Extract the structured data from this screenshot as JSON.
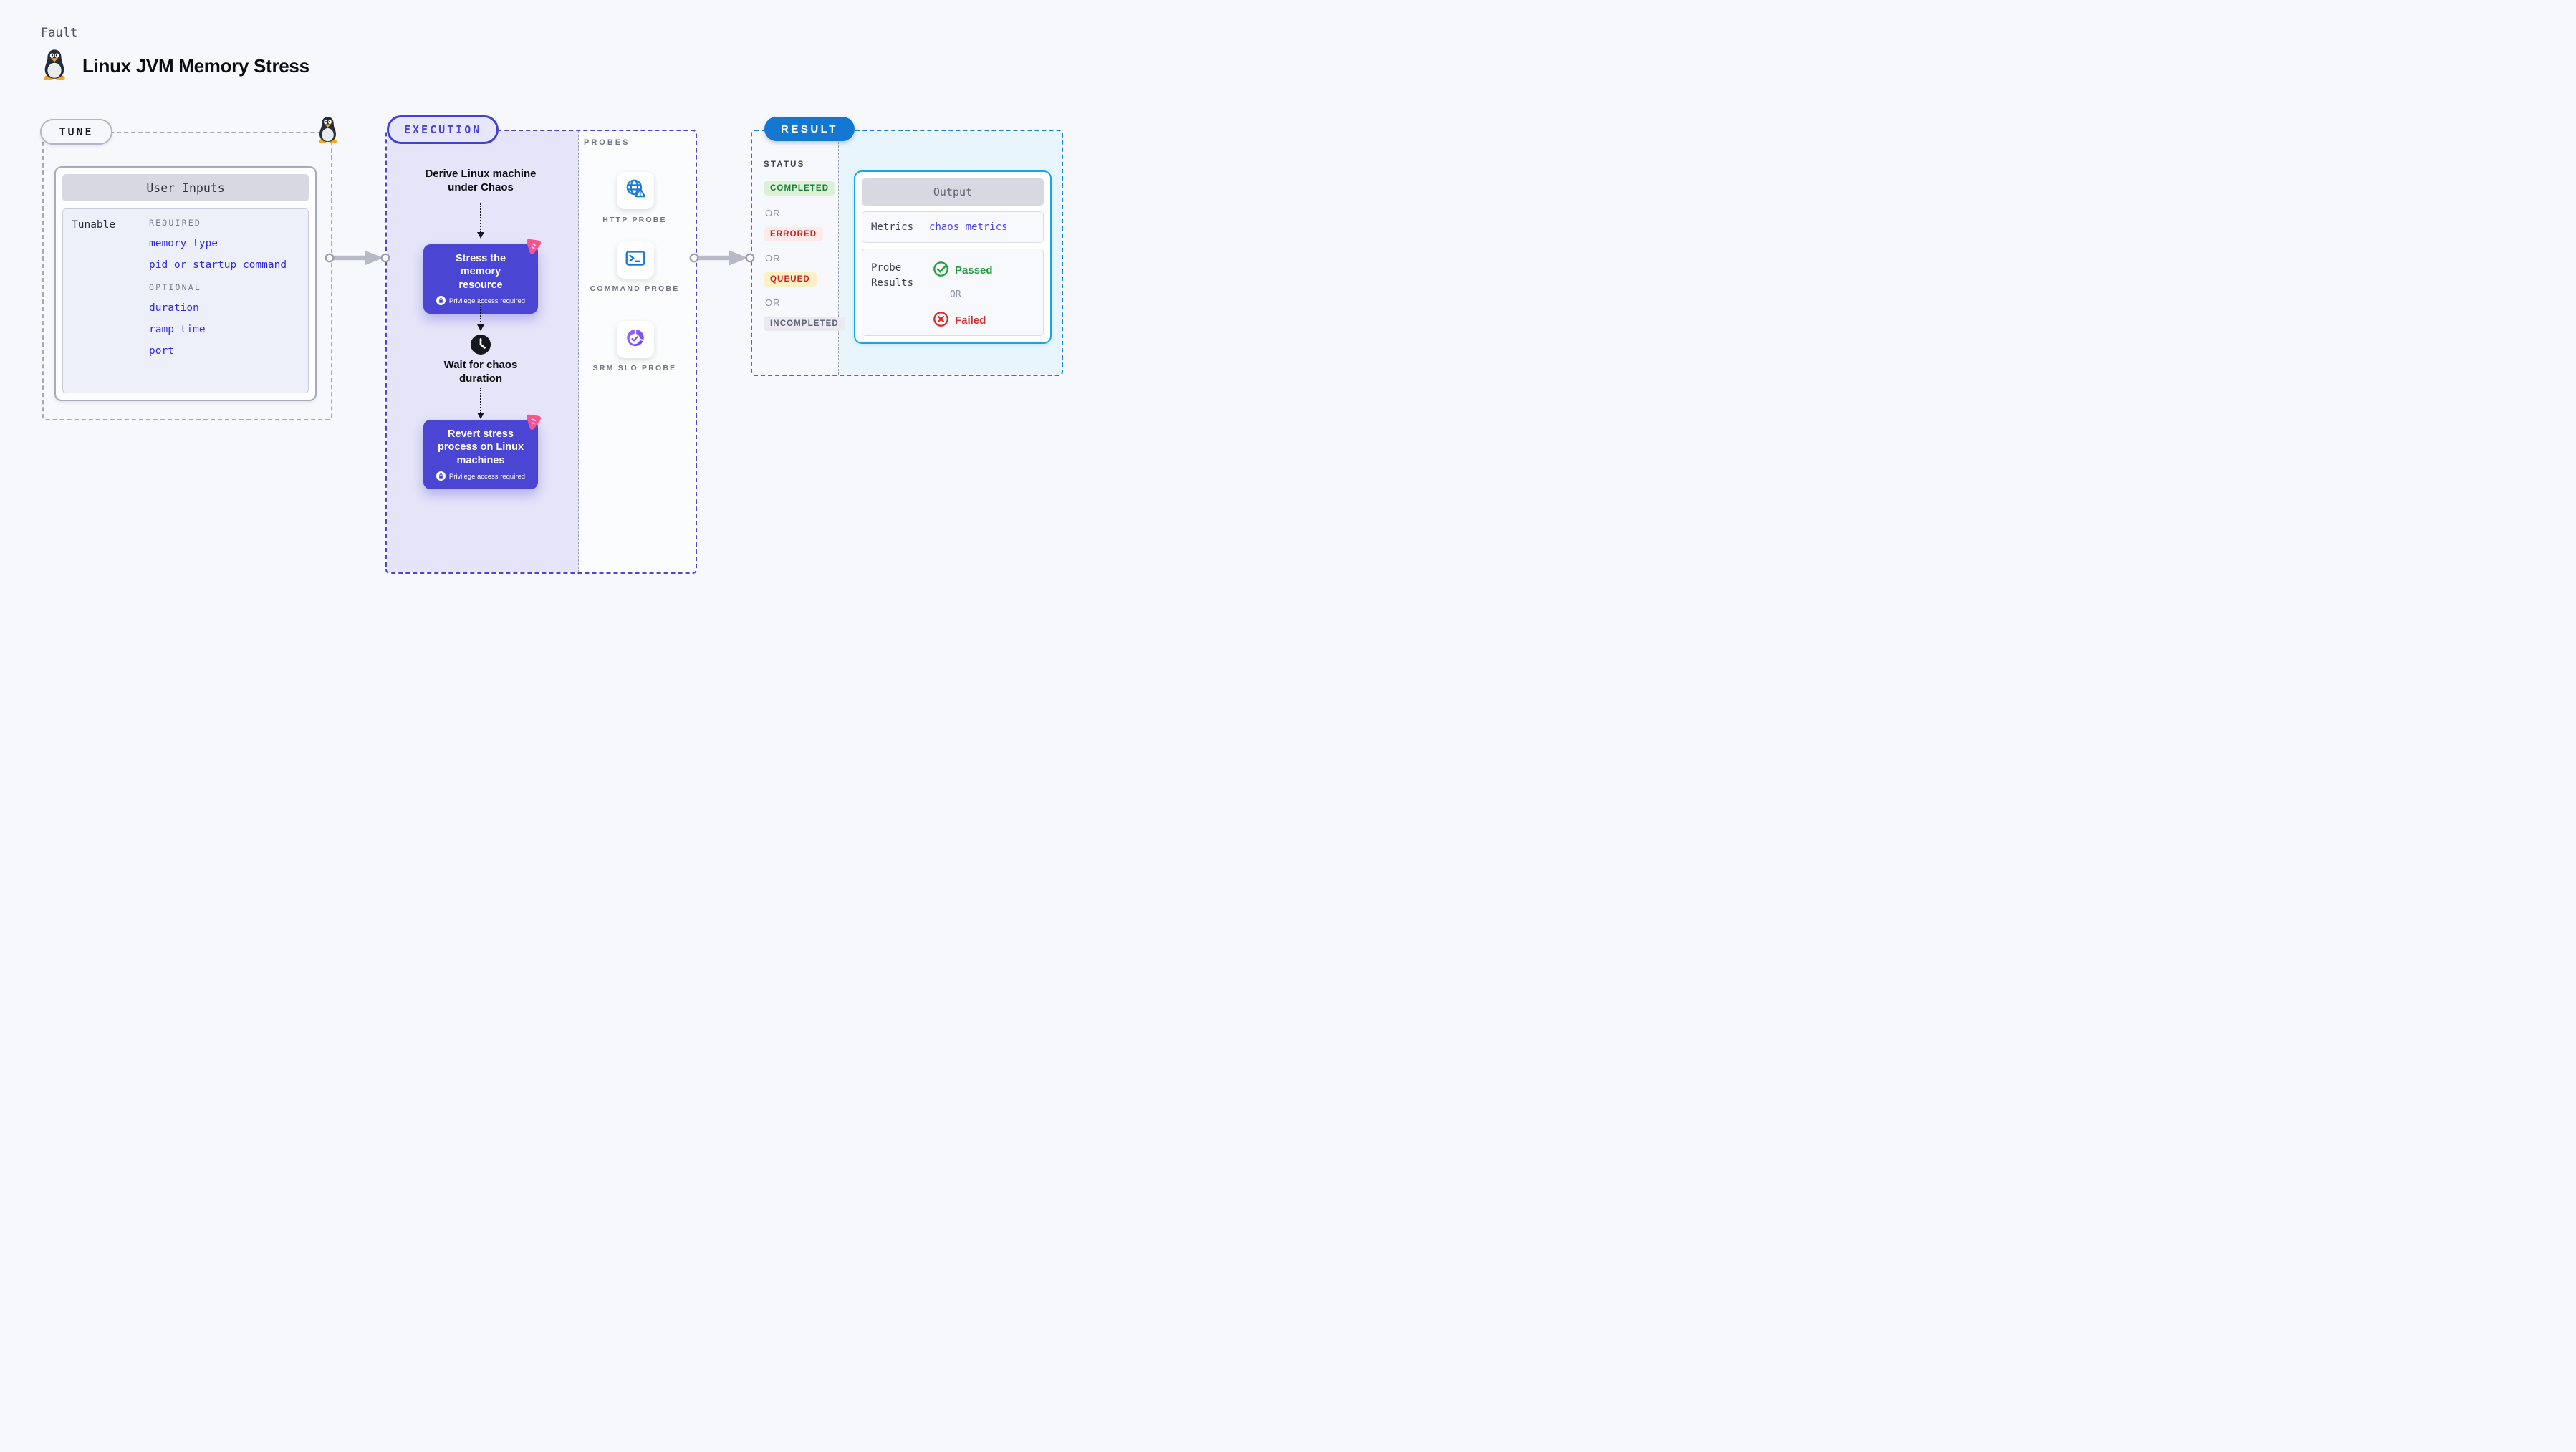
{
  "header": {
    "kicker": "Fault",
    "title": "Linux JVM Memory Stress"
  },
  "tune": {
    "pill": "TUNE",
    "card_title": "User Inputs",
    "row_label": "Tunable",
    "required_label": "REQUIRED",
    "required_items": [
      "memory type",
      "pid or startup command"
    ],
    "optional_label": "OPTIONAL",
    "optional_items": [
      "duration",
      "ramp time",
      "port"
    ]
  },
  "execution": {
    "pill": "EXECUTION",
    "derive_step": "Derive Linux machine under Chaos",
    "stress_step": "Stress the memory resource",
    "wait_step": "Wait for chaos duration",
    "revert_step": "Revert stress process on Linux machines",
    "privilege_note": "Privilege access required"
  },
  "probes": {
    "heading": "PROBES",
    "items": [
      {
        "name": "HTTP PROBE",
        "icon": "globe-alert-icon"
      },
      {
        "name": "COMMAND PROBE",
        "icon": "terminal-icon"
      },
      {
        "name": "SRM SLO PROBE",
        "icon": "slo-donut-icon"
      }
    ]
  },
  "result": {
    "pill": "RESULT",
    "status_heading": "STATUS",
    "or_label": "OR",
    "statuses": [
      {
        "text": "COMPLETED",
        "type": "green"
      },
      {
        "text": "ERRORED",
        "type": "red"
      },
      {
        "text": "QUEUED",
        "type": "yellow"
      },
      {
        "text": "INCOMPLETED",
        "type": "gray"
      }
    ],
    "output": {
      "title": "Output",
      "metrics_label": "Metrics",
      "metrics_value": "chaos metrics",
      "probe_results_label": "Probe Results",
      "passed_label": "Passed",
      "failed_label": "Failed"
    }
  },
  "colors": {
    "accent_indigo": "#4b45d4",
    "accent_pink": "#f9548e",
    "accent_blue": "#1478d2",
    "accent_cyan": "#14a7e3",
    "status_green": "#178038",
    "status_red": "#cb2120",
    "link_blue": "#312ae0"
  }
}
